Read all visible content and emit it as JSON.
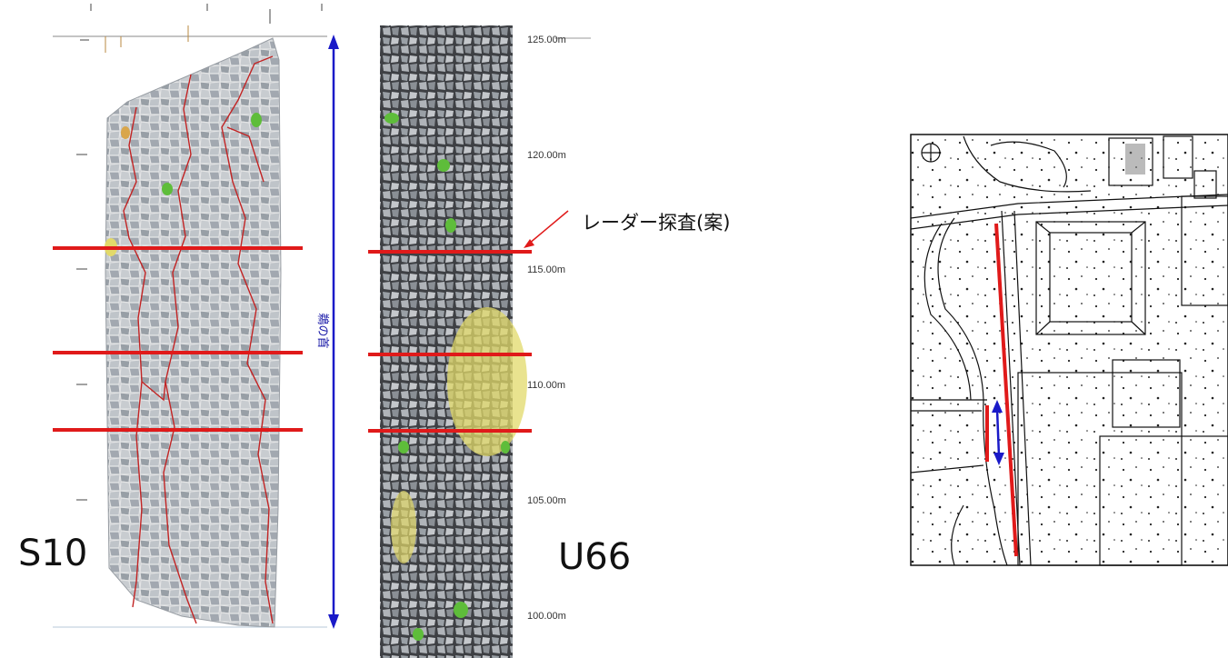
{
  "left_wall": {
    "label": "S10"
  },
  "right_wall": {
    "label": "U66"
  },
  "span_label": "鵜の首",
  "radar_annotation": "レーダー探査(案)",
  "elevations": [
    "125.00m",
    "120.00m",
    "115.00m",
    "110.00m",
    "105.00m",
    "100.00m"
  ],
  "colors": {
    "radar_line": "#e01a1a",
    "span_arrow": "#1a1ac8",
    "crack": "#c22424",
    "moss": "#5ebd3a",
    "weathered": "#e2d96a",
    "stone": "#8f959c"
  }
}
